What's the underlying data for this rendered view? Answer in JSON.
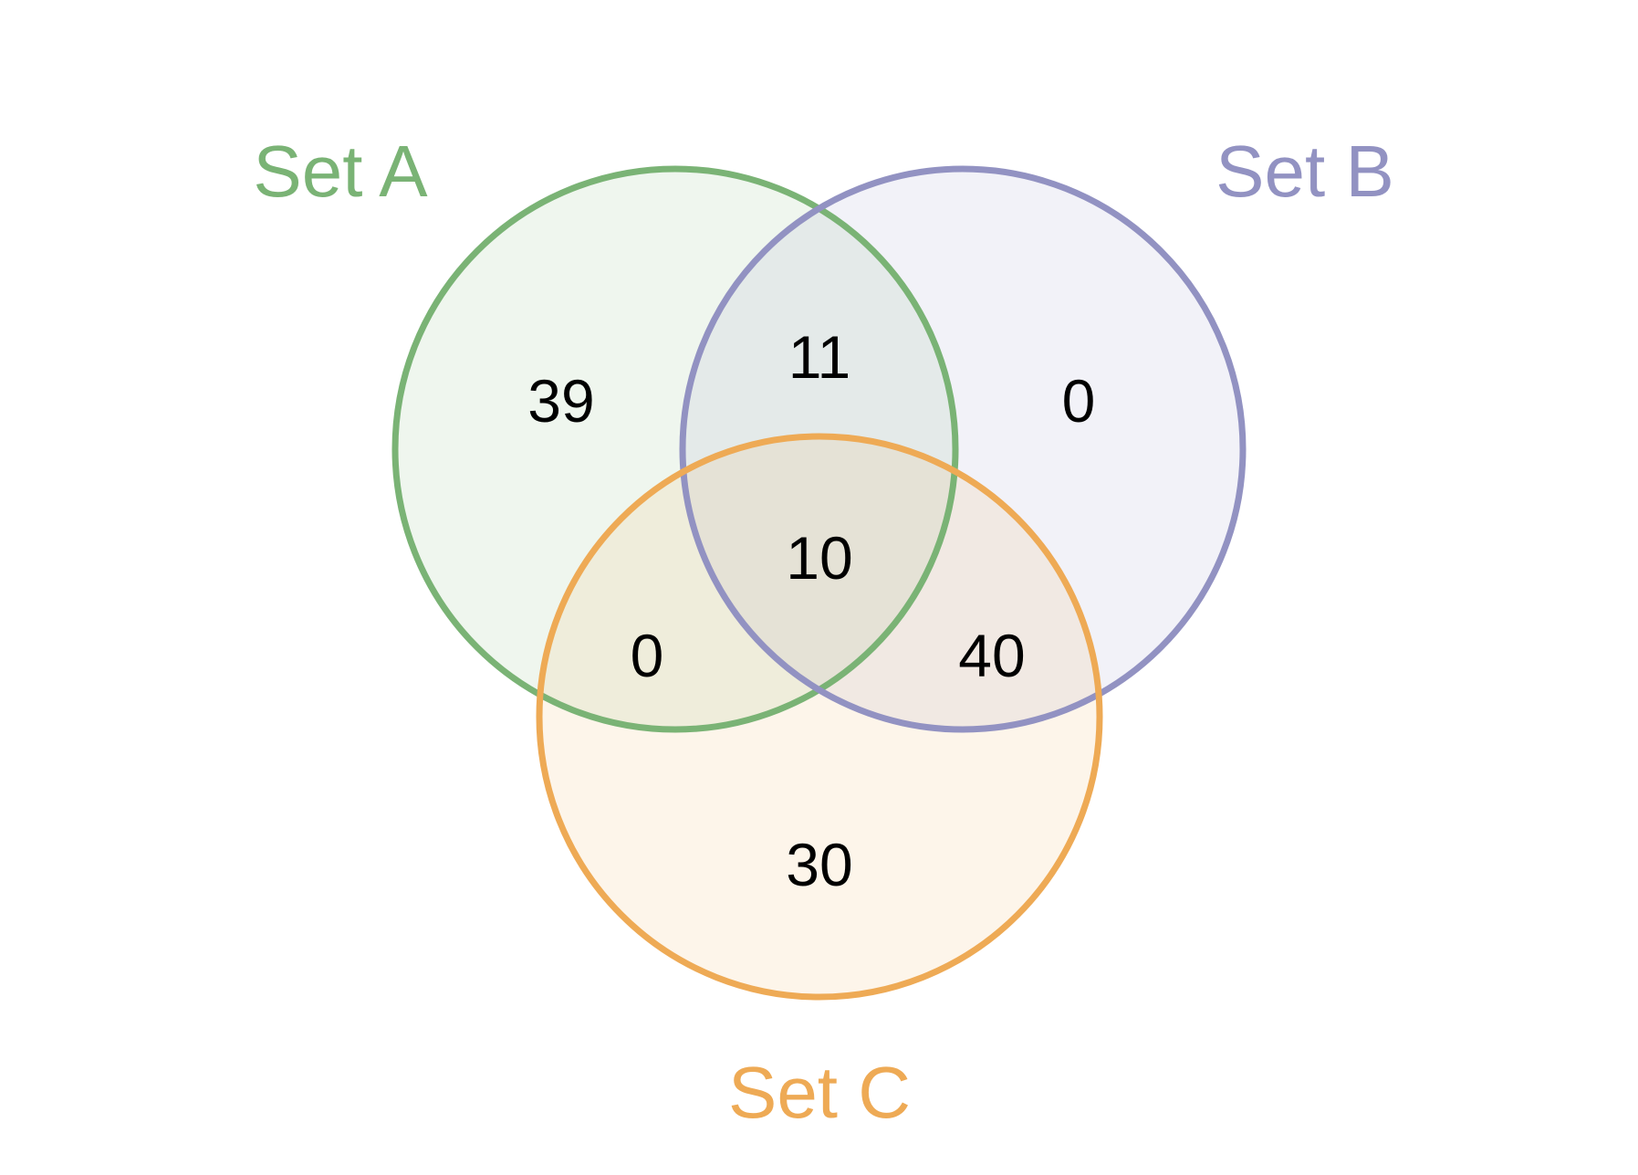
{
  "sets": [
    {
      "id": "a",
      "label": "Set A",
      "color": "#7ab375"
    },
    {
      "id": "b",
      "label": "Set B",
      "color": "#9292c2"
    },
    {
      "id": "c",
      "label": "Set C",
      "color": "#eeaa55"
    }
  ],
  "regions": {
    "a_only": "39",
    "b_only": "0",
    "c_only": "30",
    "ab": "11",
    "ac": "0",
    "bc": "40",
    "abc": "10"
  }
}
